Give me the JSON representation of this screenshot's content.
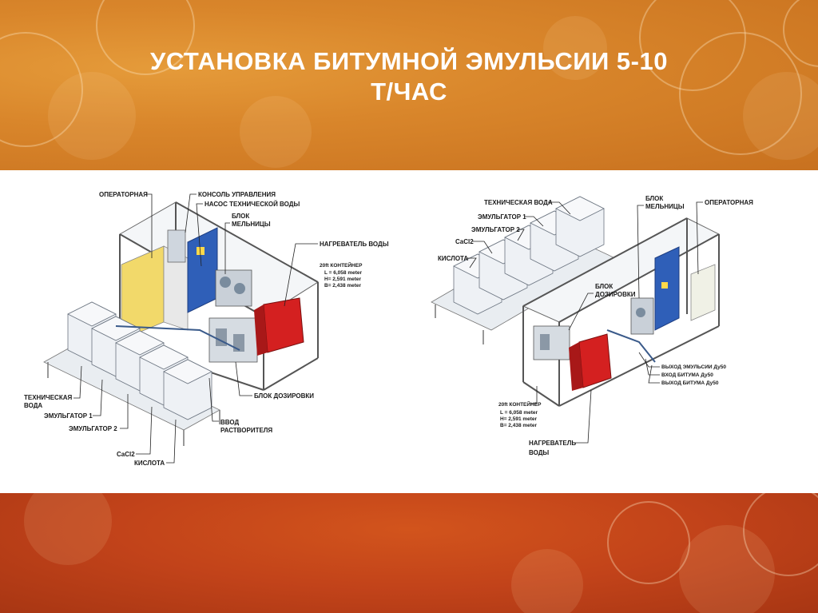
{
  "slide": {
    "title_line1": "УСТАНОВКА БИТУМНОЙ ЭМУЛЬСИИ 5-10",
    "title_line2": "Т/ЧАС"
  },
  "left_diagram": {
    "labels": {
      "operator_room": "ОПЕРАТОРНАЯ",
      "control_console": "КОНСОЛЬ УПРАВЛЕНИЯ",
      "tech_water_pump": "НАСОС ТЕХНИЧЕСКОЙ ВОДЫ",
      "mill_block_1": "БЛОК",
      "mill_block_2": "МЕЛЬНИЦЫ",
      "water_heater": "НАГРЕВАТЕЛЬ ВОДЫ",
      "container": "20ft КОНТЕЙНЕР",
      "dim_l": "L = 6,058 meter",
      "dim_h": "H= 2,591 meter",
      "dim_b": "B= 2,438 meter",
      "dosing_block": "БЛОК ДОЗИРОВКИ",
      "solvent_input_1": "ВВОД",
      "solvent_input_2": "РАСТВОРИТЕЛЯ",
      "tech_water_1": "ТЕХНИЧЕСКАЯ",
      "tech_water_2": "ВОДА",
      "emulsifier_1": "ЭМУЛЬГАТОР 1",
      "emulsifier_2": "ЭМУЛЬГАТОР 2",
      "cacl2": "CaCl2",
      "acid": "КИСЛОТА"
    }
  },
  "right_diagram": {
    "labels": {
      "tech_water": "ТЕХНИЧЕСКАЯ ВОДА",
      "emulsifier_1": "ЭМУЛЬГАТОР 1",
      "emulsifier_2": "ЭМУЛЬГАТОР 2",
      "cacl2": "CaCl2",
      "acid": "КИСЛОТА",
      "mill_block_1": "БЛОК",
      "mill_block_2": "МЕЛЬНИЦЫ",
      "operator_room": "ОПЕРАТОРНАЯ",
      "dosing_block_1": "БЛОК",
      "dosing_block_2": "ДОЗИРОВКИ",
      "emulsion_out": "ВЫХОД ЭМУЛЬСИИ Ду50",
      "bitumen_in": "ВХОД БИТУМА Ду50",
      "bitumen_out": "ВЫХОД БИТУМА Ду50",
      "container": "20ft КОНТЕЙНЕР",
      "dim_l": "L = 6,058 meter",
      "dim_h": "H= 2,591 meter",
      "dim_b": "B= 2,438 meter",
      "water_heater_1": "НАГРЕВАТЕЛЬ",
      "water_heater_2": "ВОДЫ"
    }
  },
  "colors": {
    "top_band": "#d9862b",
    "bottom_band": "#c2431a",
    "title_text": "#ffffff",
    "heater": "#d42020",
    "door": "#2f5fb8",
    "operator_box": "#f2d96a"
  }
}
